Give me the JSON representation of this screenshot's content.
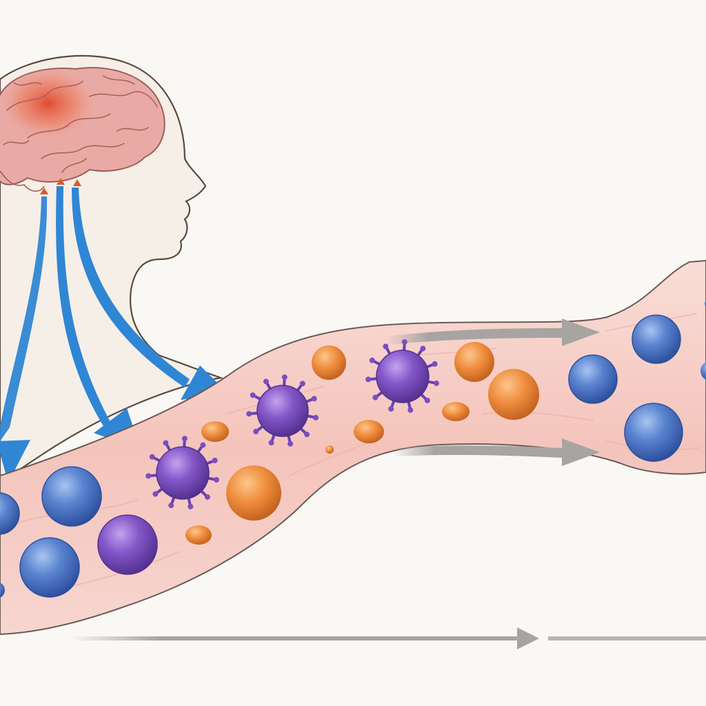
{
  "diagram": {
    "title": "",
    "colors": {
      "background": "#faf8f5",
      "head_fill": "#f5efe8",
      "head_outline": "#5a4a42",
      "brain": "#e7a6a2",
      "brain_hotspot": "#e0472c",
      "signal_arrow": "#2f86d4",
      "vessel": "#f6cfc9",
      "vessel_outline": "#6a5a55",
      "blue_cell": "#4a74c4",
      "purple_cell": "#7a4ec0",
      "orange_cell": "#ee8a3c",
      "flow_arrow": "#a8a4a2"
    },
    "elements": {
      "head": "head-silhouette",
      "brain": "brain-with-inflamed-region",
      "signals": [
        "signal-arrow-1",
        "signal-arrow-2",
        "signal-arrow-3",
        "signal-arrow-4"
      ],
      "vessel": "blood-vessel",
      "cell_types": [
        "blue-round-cell",
        "purple-spiky-cell",
        "orange-round-cell"
      ],
      "flow_arrows": [
        "flow-arrow-upper",
        "flow-arrow-lower",
        "bottom-flow-arrow"
      ]
    }
  }
}
